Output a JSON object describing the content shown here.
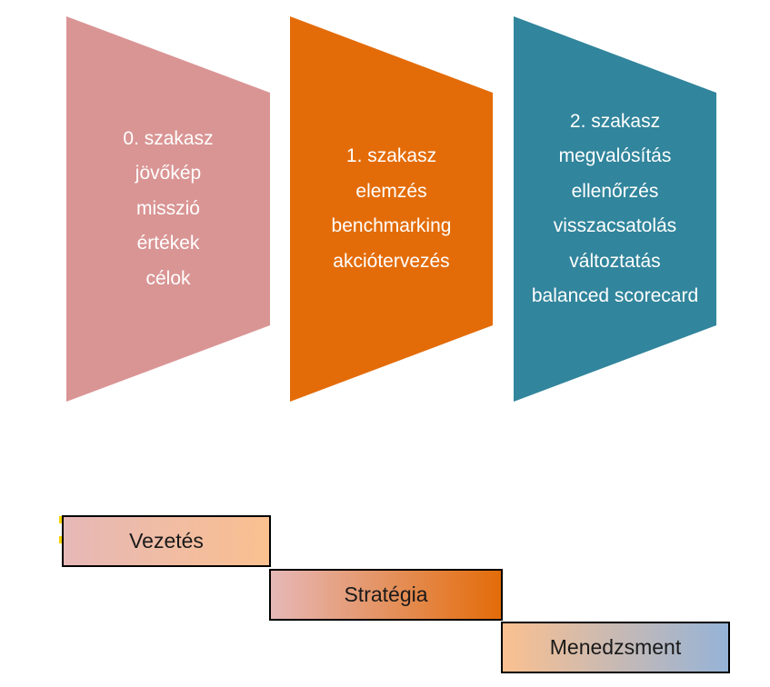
{
  "stages": [
    {
      "lines": [
        "0. szakasz",
        "jövőkép",
        "misszió",
        "értékek",
        "célok"
      ],
      "color": "#d99594"
    },
    {
      "lines": [
        "1. szakasz",
        "elemzés",
        "benchmarking",
        "akciótervezés"
      ],
      "color": "#e36c09"
    },
    {
      "lines": [
        "2. szakasz",
        "megvalósítás",
        "ellenőrzés",
        "visszacsatolás",
        "változtatás",
        "balanced scorecard"
      ],
      "color": "#31859c"
    }
  ],
  "phases": [
    {
      "label": "Vezetés",
      "gradient_start": "#e6b8b7",
      "gradient_end": "#fac090"
    },
    {
      "label": "Stratégia",
      "gradient_start": "#e6b8b7",
      "gradient_end": "#e36c09"
    },
    {
      "label": "Menedzsment",
      "gradient_start": "#fac090",
      "gradient_end": "#95b3d7"
    }
  ]
}
